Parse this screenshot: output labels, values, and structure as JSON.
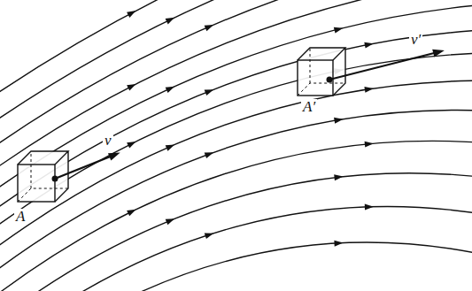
{
  "diagram": {
    "labels": [
      "v",
      "A",
      "A′",
      "v′"
    ]
  }
}
